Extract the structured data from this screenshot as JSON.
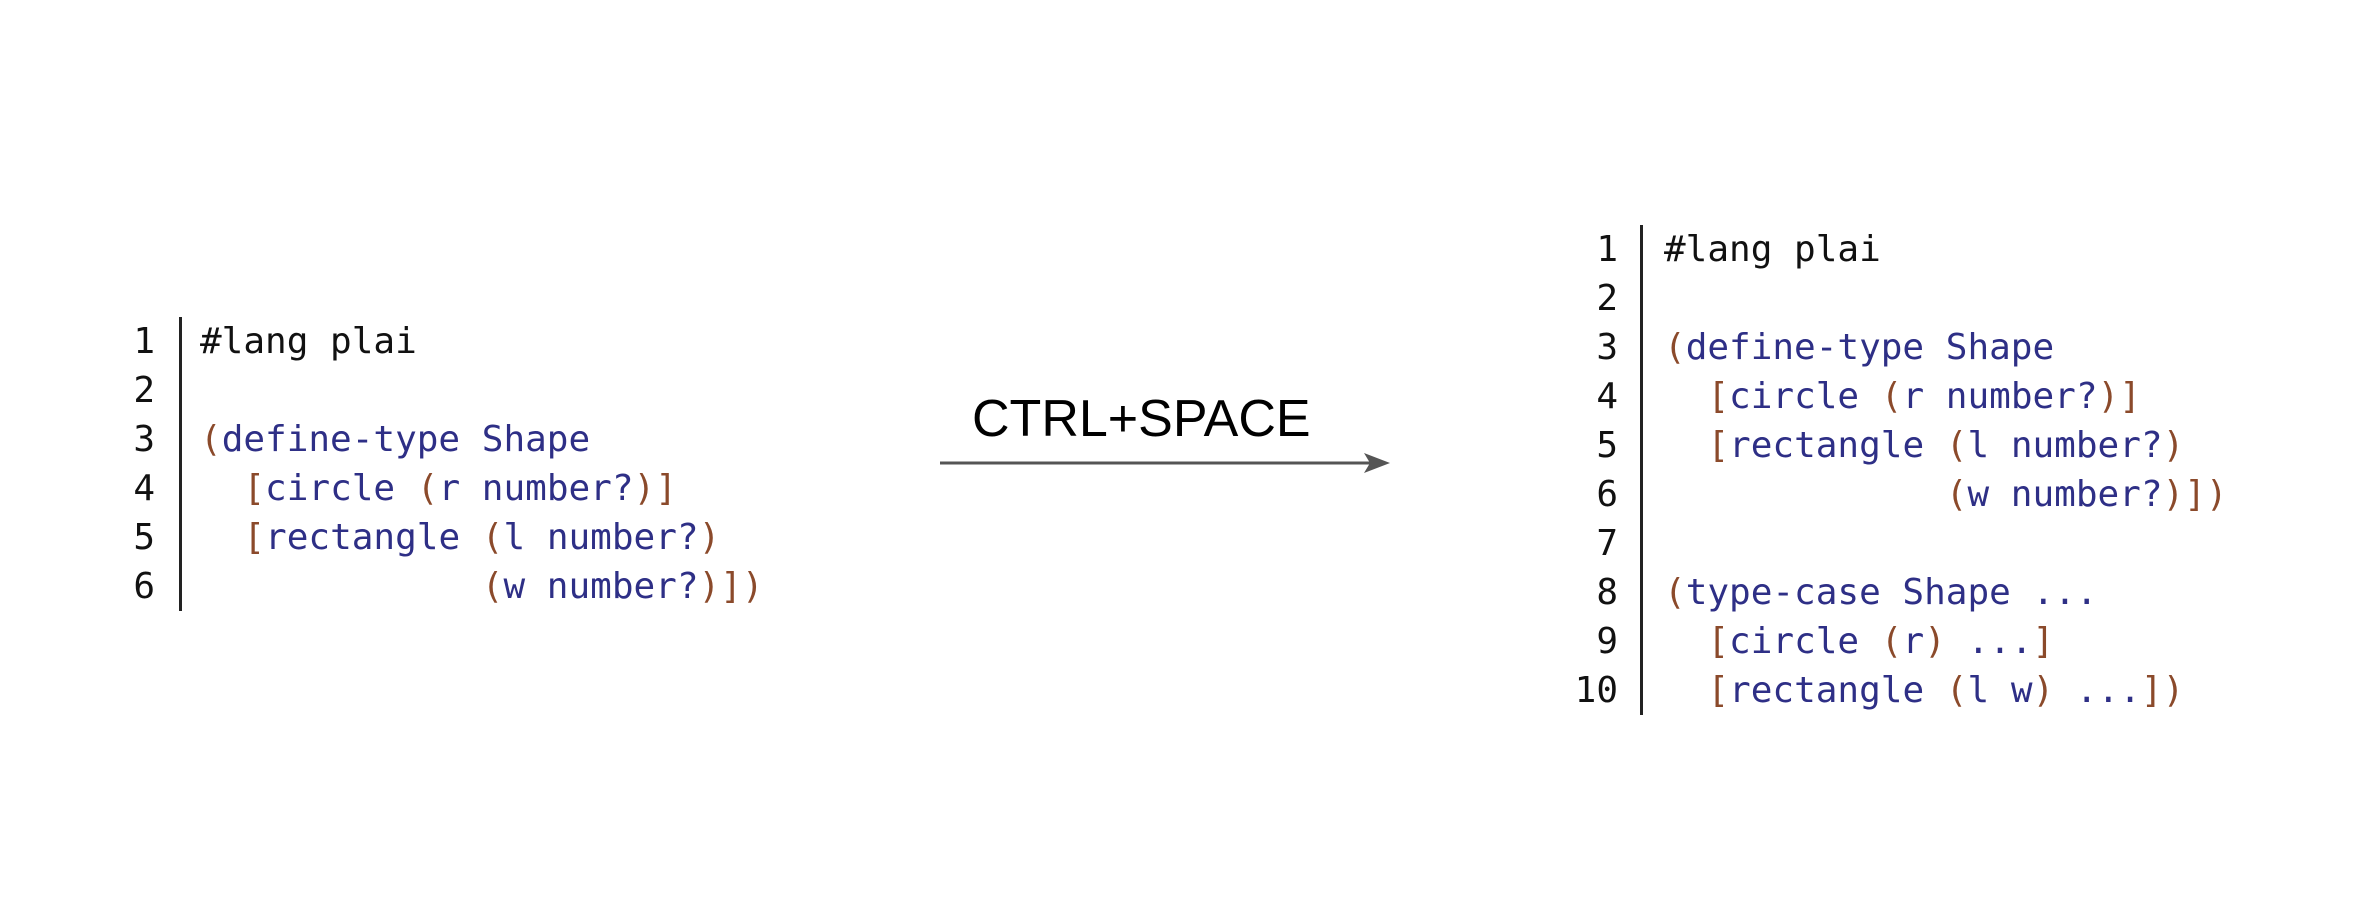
{
  "shortcut": {
    "label": "CTRL+SPACE"
  },
  "colors": {
    "paren": "#8b4a2b",
    "keyword": "#2e2f86",
    "plain": "#111111",
    "arrow": "#555555"
  },
  "left_code": {
    "lines": [
      {
        "num": "1",
        "tokens": [
          {
            "t": "#lang plai",
            "k": "plain"
          }
        ]
      },
      {
        "num": "2",
        "tokens": []
      },
      {
        "num": "3",
        "tokens": [
          {
            "t": "(",
            "k": "paren"
          },
          {
            "t": "define-type Shape",
            "k": "kw"
          }
        ]
      },
      {
        "num": "4",
        "tokens": [
          {
            "t": "  ",
            "k": "plain"
          },
          {
            "t": "[",
            "k": "paren"
          },
          {
            "t": "circle ",
            "k": "kw"
          },
          {
            "t": "(",
            "k": "paren"
          },
          {
            "t": "r number?",
            "k": "kw"
          },
          {
            "t": ")]",
            "k": "paren"
          }
        ]
      },
      {
        "num": "5",
        "tokens": [
          {
            "t": "  ",
            "k": "plain"
          },
          {
            "t": "[",
            "k": "paren"
          },
          {
            "t": "rectangle ",
            "k": "kw"
          },
          {
            "t": "(",
            "k": "paren"
          },
          {
            "t": "l number?",
            "k": "kw"
          },
          {
            "t": ")",
            "k": "paren"
          }
        ]
      },
      {
        "num": "6",
        "tokens": [
          {
            "t": "             ",
            "k": "plain"
          },
          {
            "t": "(",
            "k": "paren"
          },
          {
            "t": "w number?",
            "k": "kw"
          },
          {
            "t": ")])",
            "k": "paren"
          }
        ]
      }
    ]
  },
  "right_code": {
    "lines": [
      {
        "num": "1",
        "tokens": [
          {
            "t": "#lang plai",
            "k": "plain"
          }
        ]
      },
      {
        "num": "2",
        "tokens": []
      },
      {
        "num": "3",
        "tokens": [
          {
            "t": "(",
            "k": "paren"
          },
          {
            "t": "define-type Shape",
            "k": "kw"
          }
        ]
      },
      {
        "num": "4",
        "tokens": [
          {
            "t": "  ",
            "k": "plain"
          },
          {
            "t": "[",
            "k": "paren"
          },
          {
            "t": "circle ",
            "k": "kw"
          },
          {
            "t": "(",
            "k": "paren"
          },
          {
            "t": "r number?",
            "k": "kw"
          },
          {
            "t": ")]",
            "k": "paren"
          }
        ]
      },
      {
        "num": "5",
        "tokens": [
          {
            "t": "  ",
            "k": "plain"
          },
          {
            "t": "[",
            "k": "paren"
          },
          {
            "t": "rectangle ",
            "k": "kw"
          },
          {
            "t": "(",
            "k": "paren"
          },
          {
            "t": "l number?",
            "k": "kw"
          },
          {
            "t": ")",
            "k": "paren"
          }
        ]
      },
      {
        "num": "6",
        "tokens": [
          {
            "t": "             ",
            "k": "plain"
          },
          {
            "t": "(",
            "k": "paren"
          },
          {
            "t": "w number?",
            "k": "kw"
          },
          {
            "t": ")])",
            "k": "paren"
          }
        ]
      },
      {
        "num": "7",
        "tokens": []
      },
      {
        "num": "8",
        "tokens": [
          {
            "t": "(",
            "k": "paren"
          },
          {
            "t": "type-case Shape ...",
            "k": "kw"
          }
        ]
      },
      {
        "num": "9",
        "tokens": [
          {
            "t": "  ",
            "k": "plain"
          },
          {
            "t": "[",
            "k": "paren"
          },
          {
            "t": "circle ",
            "k": "kw"
          },
          {
            "t": "(",
            "k": "paren"
          },
          {
            "t": "r",
            "k": "kw"
          },
          {
            "t": ")",
            "k": "paren"
          },
          {
            "t": " ...",
            "k": "kw"
          },
          {
            "t": "]",
            "k": "paren"
          }
        ]
      },
      {
        "num": "10",
        "tokens": [
          {
            "t": "  ",
            "k": "plain"
          },
          {
            "t": "[",
            "k": "paren"
          },
          {
            "t": "rectangle ",
            "k": "kw"
          },
          {
            "t": "(",
            "k": "paren"
          },
          {
            "t": "l w",
            "k": "kw"
          },
          {
            "t": ")",
            "k": "paren"
          },
          {
            "t": " ...",
            "k": "kw"
          },
          {
            "t": "])",
            "k": "paren"
          }
        ]
      }
    ]
  }
}
